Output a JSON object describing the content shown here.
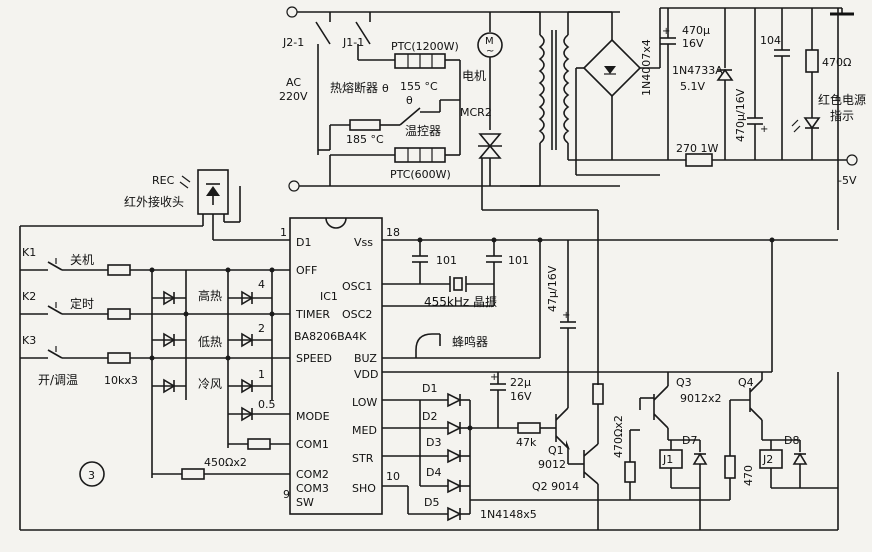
{
  "mains": {
    "j2": "J2-1",
    "j1": "J1-1",
    "ac": "AC",
    "ac_voltage": "220V"
  },
  "heaters": {
    "ptc1200": "PTC(1200W)",
    "ptc600": "PTC(600W)",
    "thermal_fuse": "热熔断器",
    "theta": "θ",
    "t155": "155 °C",
    "t185": "185 °C",
    "thermostat": "温控器",
    "motor": "电机",
    "mcr2": "MCR2"
  },
  "power_supply": {
    "diode_bridge": "1N4007x4",
    "c1_value": "470μ",
    "c1_voltage": "16V",
    "zener": "1N4733A",
    "zener_v": "5.1V",
    "c2": "470μ/16V",
    "c3": "104",
    "r_drop": "270  1W",
    "r_led": "470Ω",
    "led_label_1": "红色电源",
    "led_label_2": "指示",
    "neg5": "-5V"
  },
  "receiver": {
    "rec": "REC",
    "label": "红外接收头"
  },
  "keys": {
    "k1": "K1",
    "k1_label": "关机",
    "k2": "K2",
    "k2_label": "定时",
    "k3": "K3",
    "k3_label": "开/调温",
    "r10k": "10kx3"
  },
  "leds": {
    "high": "高热",
    "low": "低热",
    "cold": "冷风",
    "n4": "4",
    "n2": "2",
    "n1": "1",
    "n05": "0.5"
  },
  "ic": {
    "name": "IC1",
    "part": "BA8206BA4K",
    "pin_d1": "D1",
    "pin_off": "OFF",
    "pin_timer": "TIMER",
    "pin_speed": "SPEED",
    "pin_mode": "MODE",
    "pin_com1": "COM1",
    "pin_com2": "COM2",
    "pin_com3": "COM3",
    "pin_sw": "SW",
    "pin_vss": "Vss",
    "pin_osc1": "OSC1",
    "pin_osc2": "OSC2",
    "pin_buz": "BUZ",
    "pin_vdd": "VDD",
    "pin_low": "LOW",
    "pin_med": "MED",
    "pin_str": "STR",
    "pin_sho": "SHO",
    "n1": "1",
    "n18": "18",
    "n9": "9",
    "n10": "10"
  },
  "osc": {
    "c101a": "101",
    "c101b": "101",
    "crystal": "455kHz 晶振"
  },
  "buzzer": "蜂鸣器",
  "res450": "450Ωx2",
  "c47": "47μ/16V",
  "drivers": {
    "d1": "D1",
    "d2": "D2",
    "d3": "D3",
    "d4": "D4",
    "d5": "D5",
    "c22_value": "22μ",
    "c22_voltage": "16V",
    "r47k": "47k",
    "q1": "Q1",
    "q1_part": "9012",
    "q2": "Q2  9014",
    "r470x2": "470Ωx2",
    "diodes": "1N4148x5",
    "q3": "Q3",
    "q34_part": "9012x2",
    "q4": "Q4",
    "d7": "D7",
    "d8": "D8",
    "j1": "J1",
    "j2": "J2",
    "r470": "470"
  },
  "figure_no": "3"
}
